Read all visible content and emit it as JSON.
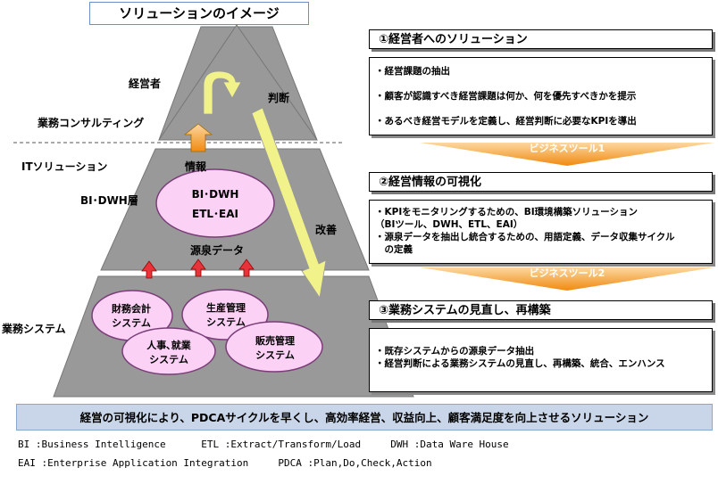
{
  "title": "ソリューションのイメージ",
  "pyramid": {
    "top_label": "経営者",
    "consulting_label": "業務コンサルティング",
    "it_label": "ITソリューション",
    "bi_layer_label": "BI･DWH層",
    "info_label": "情報",
    "bi_ellipse": [
      "BI･DWH",
      "ETL･EAI"
    ],
    "source_label": "源泉データ",
    "business_label": "業務システム",
    "systems": [
      {
        "line1": "財務会計",
        "line2": "システム"
      },
      {
        "line1": "生産管理",
        "line2": "システム"
      },
      {
        "line1": "人事､就業",
        "line2": "システム"
      },
      {
        "line1": "販売管理",
        "line2": "システム"
      }
    ],
    "judgment_label": "判断",
    "improve_label": "改善"
  },
  "solutions": [
    {
      "header": "①経営者へのソリューション",
      "items": [
        "・経営課題の抽出",
        "・顧客が認識すべき経営課題は何か、何を優先すべきかを提示",
        "・あるべき経営モデルを定義し、経営判断に必要なKPIを導出"
      ]
    },
    {
      "header": "②経営情報の可視化",
      "items": [
        "・KPIをモニタリングするための、BI環境構築ソリューション",
        "（BIツール、DWH、ETL、EAI）",
        "・源泉データを抽出し統合するための、用語定義、データ収集サイクル",
        "　の定義"
      ]
    },
    {
      "header": "③業務システムの見直し、再構築",
      "items": [
        "・既存システムからの源泉データ抽出",
        "・経営判断による業務システムの見直し、再構築、統合、エンハンス"
      ]
    }
  ],
  "tools": [
    "ビジネスツール1",
    "ビジネスツール2"
  ],
  "bottom_banner": "経営の可視化により、PDCAサイクルを早くし、高効率経営、収益向上、顧客満足度を向上させるソリューション",
  "footnotes": {
    "line1": "BI :Business Intelligence      ETL :Extract/Transform/Load     DWH :Data Ware House",
    "line2": "EAI :Enterprise Application Integration     PDCA :Plan,Do,Check,Action"
  },
  "colors": {
    "pyramid": "#999999",
    "ellipse_fill": "#fbd2f6",
    "ellipse_stroke": "#7a3d78",
    "arrow_yellow": "#f2f28a",
    "arrow_orange": "#f5a623",
    "red_arrow": "#e8333a",
    "banner": "#c9d6e9"
  }
}
